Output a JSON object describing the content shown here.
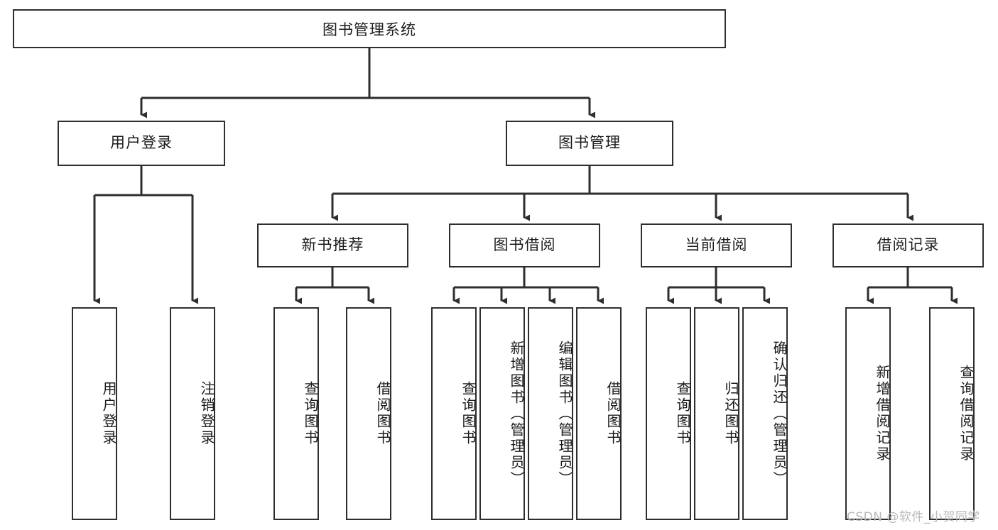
{
  "diagram": {
    "title": "图书管理系统",
    "type": "tree-hierarchy",
    "watermark": "CSDN @软件_小贺同学",
    "root": {
      "label": "图书管理系统"
    },
    "level2": [
      {
        "label": "用户登录"
      },
      {
        "label": "图书管理"
      }
    ],
    "level3": [
      {
        "label": "新书推荐"
      },
      {
        "label": "图书借阅"
      },
      {
        "label": "当前借阅"
      },
      {
        "label": "借阅记录"
      }
    ],
    "leaves": {
      "user_login": [
        {
          "label": "用户登录"
        },
        {
          "label": "注销登录"
        }
      ],
      "new_book_recommend": [
        {
          "label": "查询图书"
        },
        {
          "label": "借阅图书"
        }
      ],
      "book_borrow": [
        {
          "label": "查询图书"
        },
        {
          "label": "新增图书（管理员）"
        },
        {
          "label": "编辑图书（管理员）"
        },
        {
          "label": "借阅图书"
        }
      ],
      "current_borrow": [
        {
          "label": "查询图书"
        },
        {
          "label": "归还图书"
        },
        {
          "label": "确认归还（管理员）"
        }
      ],
      "borrow_records": [
        {
          "label": "新增借阅记录"
        },
        {
          "label": "查询借阅记录"
        }
      ]
    },
    "colors": {
      "stroke": "#2e2e2e",
      "fill": "#ffffff",
      "text": "#1b1b1b",
      "watermark": "#b9b9b9"
    }
  }
}
